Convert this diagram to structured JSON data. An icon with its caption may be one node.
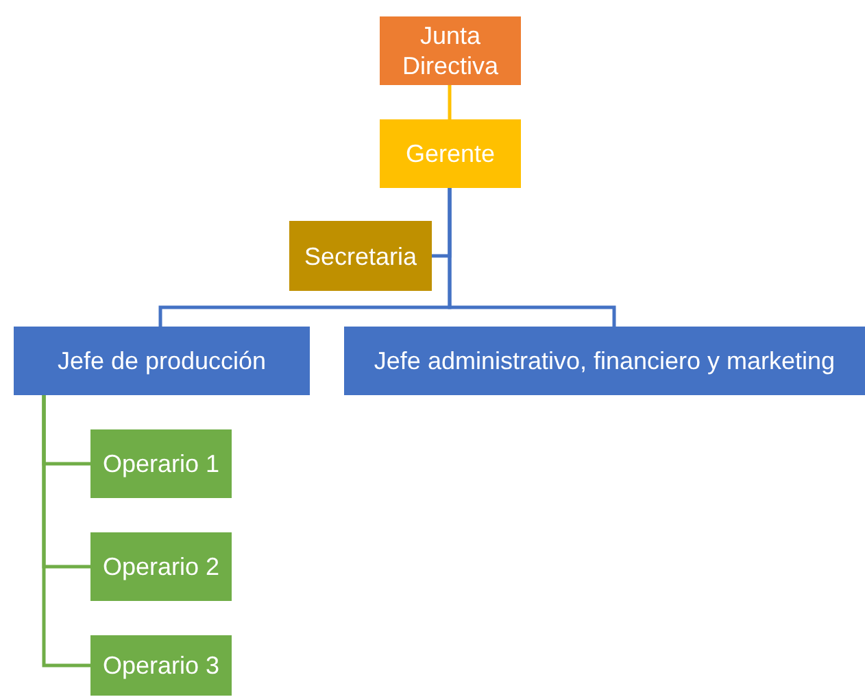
{
  "diagram": {
    "nodes": [
      {
        "text": [
          "Junta Directiva"
        ]
      },
      {
        "text": [
          "Gerente"
        ]
      },
      {
        "text": [
          "Secretaria"
        ]
      },
      {
        "text": [
          "Jefe de producción"
        ]
      },
      {
        "text": [
          "Jefe administrativo, financiero y marketing"
        ]
      },
      {
        "text": [
          "Operario 1"
        ]
      },
      {
        "text": [
          "Operario 2"
        ]
      },
      {
        "text": [
          "Operario 3"
        ]
      }
    ],
    "edges": [
      {
        "from": 0,
        "to": 1,
        "arrow": "none",
        "color": "#ffc000"
      },
      {
        "from": 1,
        "to": 2,
        "arrow": "none"
      },
      {
        "from": 1,
        "to": 3,
        "arrow": "none"
      },
      {
        "from": 1,
        "to": 4,
        "arrow": "none"
      },
      {
        "from": 3,
        "to": 5,
        "arrow": "none",
        "color": "#70ad47"
      },
      {
        "from": 3,
        "to": 6,
        "arrow": "none",
        "color": "#70ad47"
      },
      {
        "from": 3,
        "to": 7,
        "arrow": "none",
        "color": "#70ad47"
      }
    ]
  }
}
